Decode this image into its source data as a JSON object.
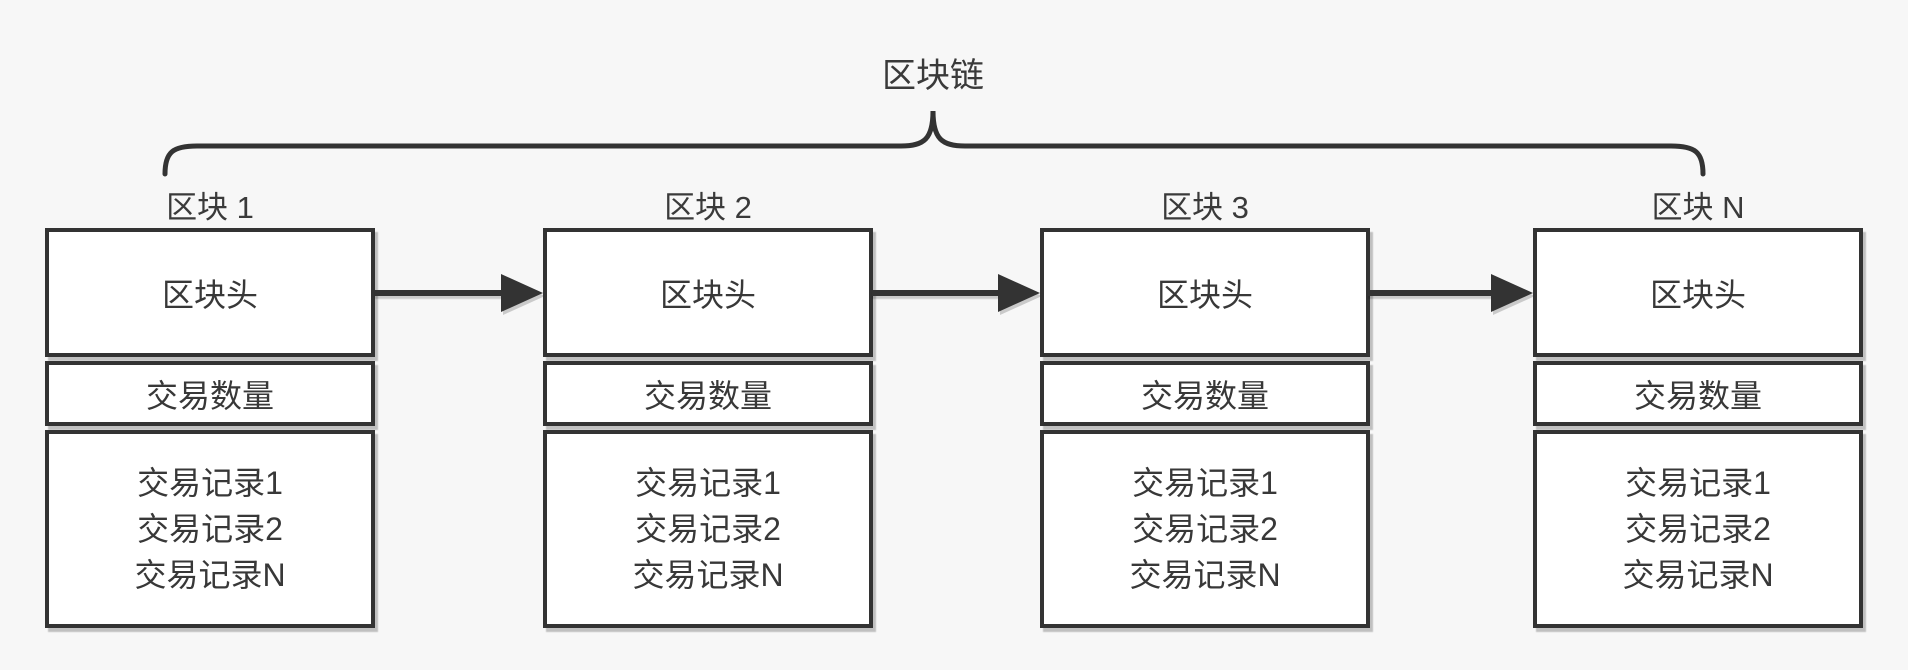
{
  "diagram": {
    "title": "区块链",
    "blocks": [
      {
        "title": "区块 1",
        "header": "区块头",
        "tx_count": "交易数量",
        "records": [
          "交易记录1",
          "交易记录2",
          "交易记录N"
        ]
      },
      {
        "title": "区块 2",
        "header": "区块头",
        "tx_count": "交易数量",
        "records": [
          "交易记录1",
          "交易记录2",
          "交易记录N"
        ]
      },
      {
        "title": "区块 3",
        "header": "区块头",
        "tx_count": "交易数量",
        "records": [
          "交易记录1",
          "交易记录2",
          "交易记录N"
        ]
      },
      {
        "title": "区块 N",
        "header": "区块头",
        "tx_count": "交易数量",
        "records": [
          "交易记录1",
          "交易记录2",
          "交易记录N"
        ]
      }
    ],
    "colors": {
      "line": "#333333",
      "background": "#f7f7f7",
      "block_fill": "#ffffff",
      "text": "#3a3a3a"
    }
  }
}
